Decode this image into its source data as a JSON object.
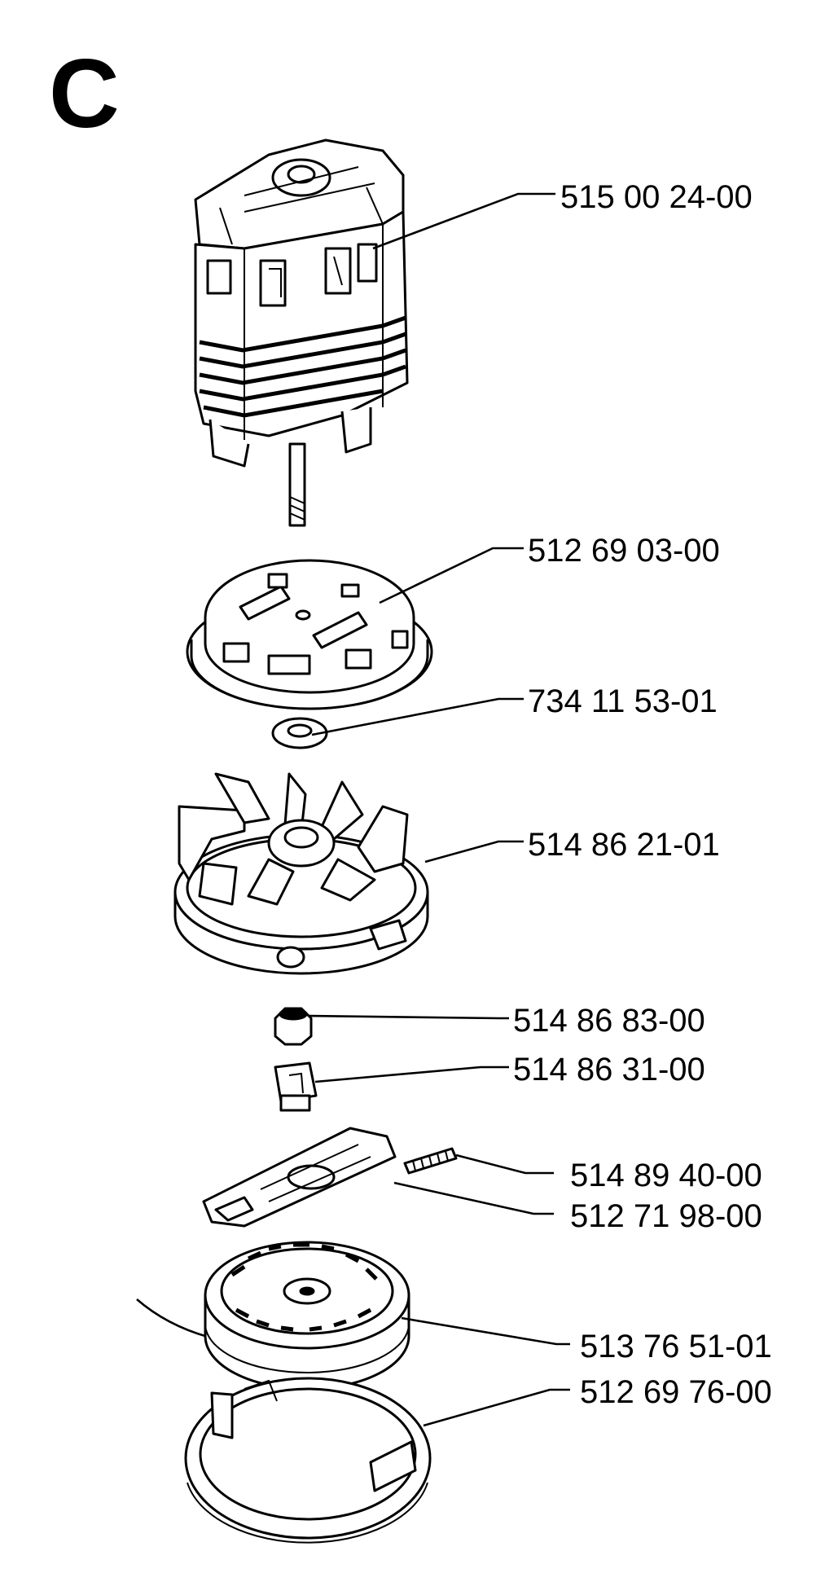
{
  "section": {
    "letter": "C"
  },
  "parts": [
    {
      "number": "515 00 24-00",
      "part": "motor"
    },
    {
      "number": "512 69 03-00",
      "part": "motor-cover-plate"
    },
    {
      "number": "734 11 53-01",
      "part": "washer"
    },
    {
      "number": "514 86 21-01",
      "part": "fan-housing"
    },
    {
      "number": "514 86 83-00",
      "part": "nut"
    },
    {
      "number": "514 86 31-00",
      "part": "bushing"
    },
    {
      "number": "514 89 40-00",
      "part": "spring"
    },
    {
      "number": "512 71 98-00",
      "part": "lever"
    },
    {
      "number": "513 76 51-01",
      "part": "line-spool"
    },
    {
      "number": "512 69 76-00",
      "part": "spool-cover-ring"
    }
  ]
}
